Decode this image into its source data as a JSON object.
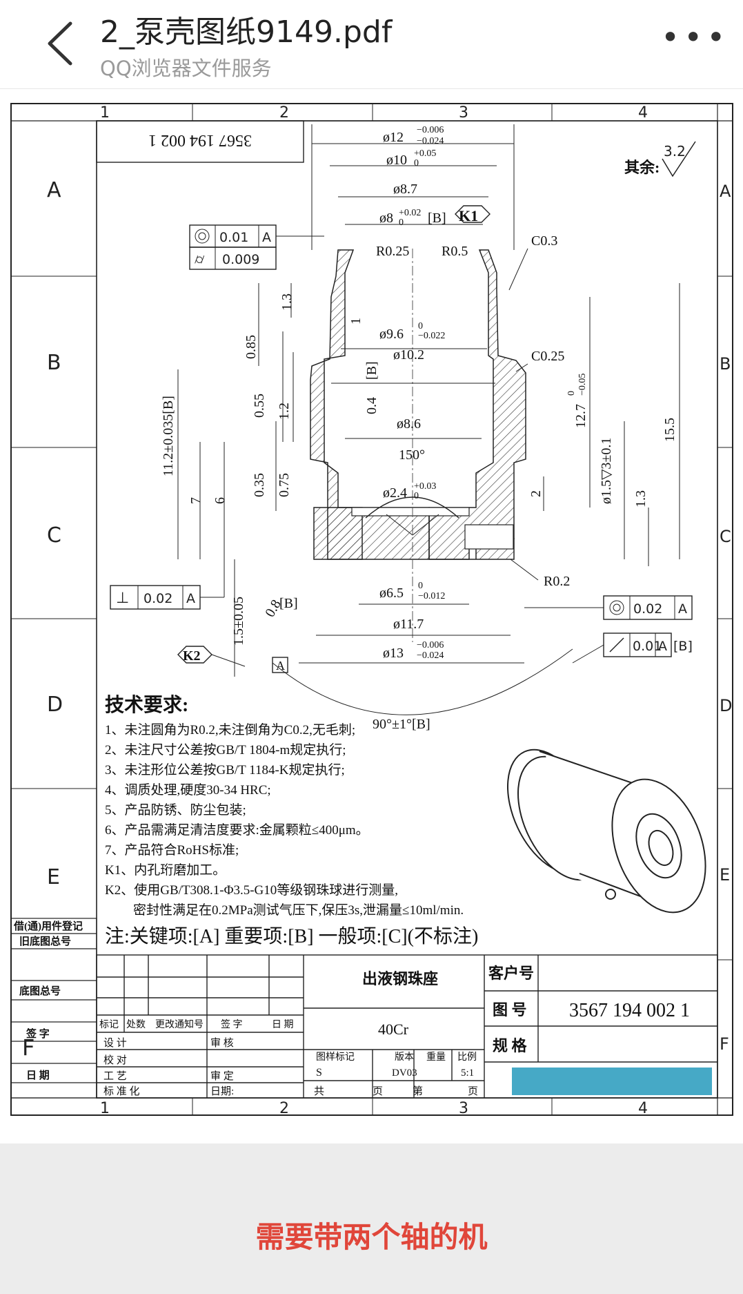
{
  "header": {
    "title": "2_泵壳图纸9149.pdf",
    "subtitle": "QQ浏览器文件服务",
    "back_icon": "chevron-left-icon",
    "more_icon": "more-dots-icon",
    "more_glyph": "•••"
  },
  "drawing": {
    "col_labels": [
      "1",
      "2",
      "3",
      "4"
    ],
    "row_labels": [
      "A",
      "B",
      "C",
      "D",
      "E",
      "F"
    ],
    "part_number_flipped": "3567 194 002 1",
    "roughness": {
      "label": "其余:",
      "value": "3.2"
    },
    "dims": {
      "d12": "ø12",
      "d12_tol_up": "−0.006",
      "d12_tol_lo": "−0.024",
      "d10": "ø10",
      "d10_tol_up": "+0.05",
      "d10_tol_lo": "0",
      "d87": "ø8.7",
      "d8": "ø8",
      "d8_tol_up": "+0.02",
      "d8_tol_lo": "0",
      "d8_ref": "[B]",
      "k1": "K1",
      "k2": "K2",
      "r025": "R0.25",
      "r05": "R0.5",
      "c03": "C0.3",
      "c025": "C0.25",
      "d96": "ø9.6",
      "d96_tol_up": "0",
      "d96_tol_lo": "−0.022",
      "d102": "ø10.2",
      "d86": "ø8.6",
      "a150": "150°",
      "d24": "ø2.4",
      "d24_tol_up": "+0.03",
      "d24_tol_lo": "0",
      "d65": "ø6.5",
      "d65_tol_up": "0",
      "d65_tol_lo": "−0.012",
      "d117": "ø11.7",
      "d13": "ø13",
      "d13_tol_up": "−0.006",
      "d13_tol_lo": "−0.024",
      "r02": "R0.2",
      "a90": "90°±1°[B]",
      "v13a": "1.3",
      "v085": "0.85",
      "v1": "1",
      "v055": "0.55",
      "v12": "1.2",
      "v04": "0.4",
      "v04ref": "[B]",
      "v112": "11.2±0.035[B]",
      "v7": "7",
      "v6": "6",
      "v035": "0.35",
      "v075": "0.75",
      "v2": "2",
      "v15": "1.5±0.05",
      "v08": "0.8",
      "v08ref": "[B]",
      "v127": "12.7",
      "v127_tol_up": "0",
      "v127_tol_lo": "−0.05",
      "v155": "15.5",
      "v15hole": "ø1.5▽3±0.1",
      "v13b": "1.3",
      "datum_a": "A"
    },
    "gdt": {
      "g1_val": "0.01",
      "g1_ref": "A",
      "g2_val": "0.009",
      "g3_val": "0.02",
      "g3_ref": "A",
      "g4_val": "0.02",
      "g4_ref": "A",
      "g5_val": "0.01",
      "g5_ref": "A",
      "g5_extra": "[B]"
    },
    "tech_title": "技术要求:",
    "tech_lines": [
      "1、未注圆角为R0.2,未注倒角为C0.2,无毛刺;",
      "2、未注尺寸公差按GB/T 1804-m规定执行;",
      "3、未注形位公差按GB/T 1184-K规定执行;",
      "4、调质处理,硬度30-34 HRC;",
      "5、产品防锈、防尘包装;",
      "6、产品需满足清洁度要求:金属颗粒≤400μm。",
      "7、产品符合RoHS标准;",
      "K1、内孔珩磨加工。",
      "K2、使用GB/T308.1-Φ3.5-G10等级钢珠球进行测量,",
      "密封性满足在0.2MPa测试气压下,保压3s,泄漏量≤10ml/min."
    ],
    "note": "注:关键项:[A] 重要项:[B] 一般项:[C](不标注)",
    "left_labels": {
      "borrow": "借(通)用件登记",
      "old": "旧底图总号",
      "base": "底图总号",
      "sign": "签  字",
      "date": "日  期"
    },
    "title_block": {
      "part_name": "出液钢珠座",
      "material": "40Cr",
      "customer_label": "客户号",
      "drawing_no_label": "图  号",
      "drawing_no": "3567 194 002 1",
      "spec_label": "规  格",
      "rev_header": [
        "标记",
        "处数",
        "更改通知号",
        "签  字",
        "日 期"
      ],
      "roles": [
        "设  计",
        "校  对",
        "工  艺",
        "标 准 化"
      ],
      "review": "审  核",
      "approve": "审  定",
      "date_label": "日期:",
      "sample_label": "图样标记",
      "version_label": "版本",
      "weight_label": "重量",
      "scale_label": "比例",
      "sample_val": "S",
      "version_val": "DV03",
      "scale_val": "5:1",
      "total": "共",
      "page": "页",
      "nth": "第",
      "page2": "页"
    },
    "highlight_color": "#46a9c6"
  },
  "caption": "需要带两个轴的机"
}
